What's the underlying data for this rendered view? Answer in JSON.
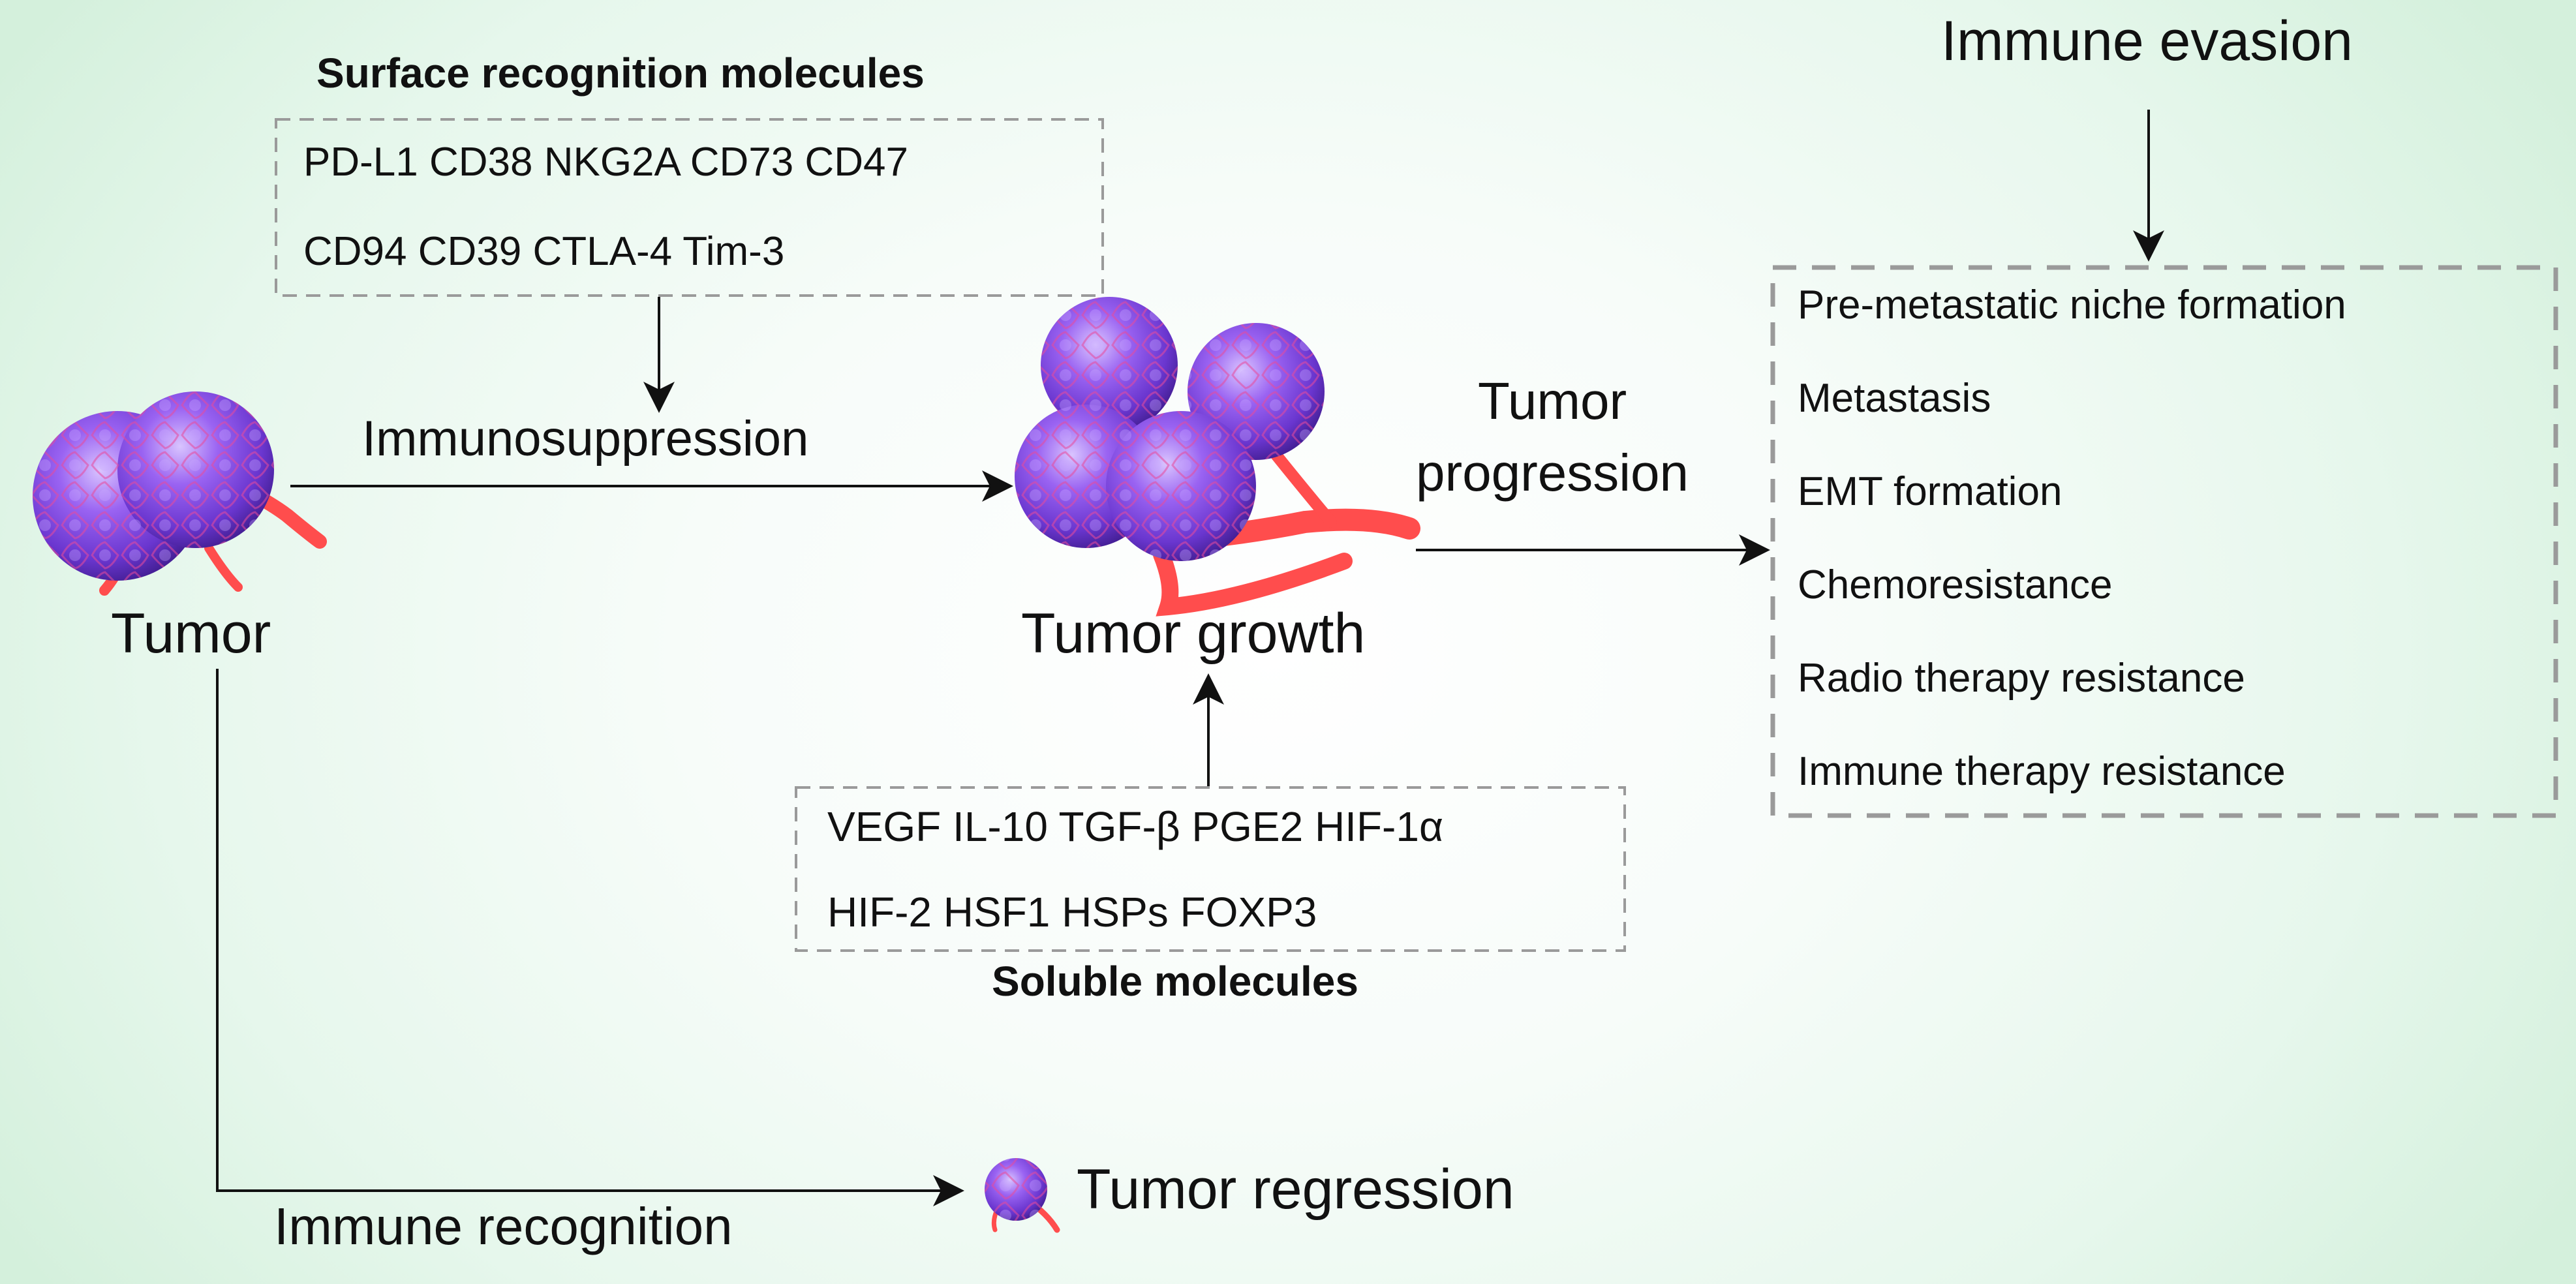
{
  "labels": {
    "surface_title": "Surface recognition molecules",
    "surface_line1": "PD-L1 CD38 NKG2A CD73 CD47",
    "surface_line2": "CD94 CD39 CTLA-4 Tim-3",
    "immunosuppression": "Immunosuppression",
    "tumor": "Tumor",
    "tumor_growth": "Tumor growth",
    "tumor_progression_1": "Tumor",
    "tumor_progression_2": "progression",
    "immune_evasion": "Immune evasion",
    "soluble_line1": "VEGF IL-10 TGF-β PGE2 HIF-1α",
    "soluble_line2": "HIF-2 HSF1 HSPs FOXP3",
    "soluble_title": "Soluble molecules",
    "tumor_regression": "Tumor regression",
    "immune_recognition": "Immune recognition"
  },
  "outcomes": [
    "Pre-metastatic niche formation",
    "Metastasis",
    "EMT formation",
    "Chemoresistance",
    "Radio therapy resistance",
    "Immune therapy resistance"
  ],
  "colors": {
    "cell_fill": "#8a4fe0",
    "cell_dark": "#5a2bb8",
    "vessel": "#ff4d4d",
    "dashed_box": "#9a9a9a",
    "arrow": "#111111"
  }
}
